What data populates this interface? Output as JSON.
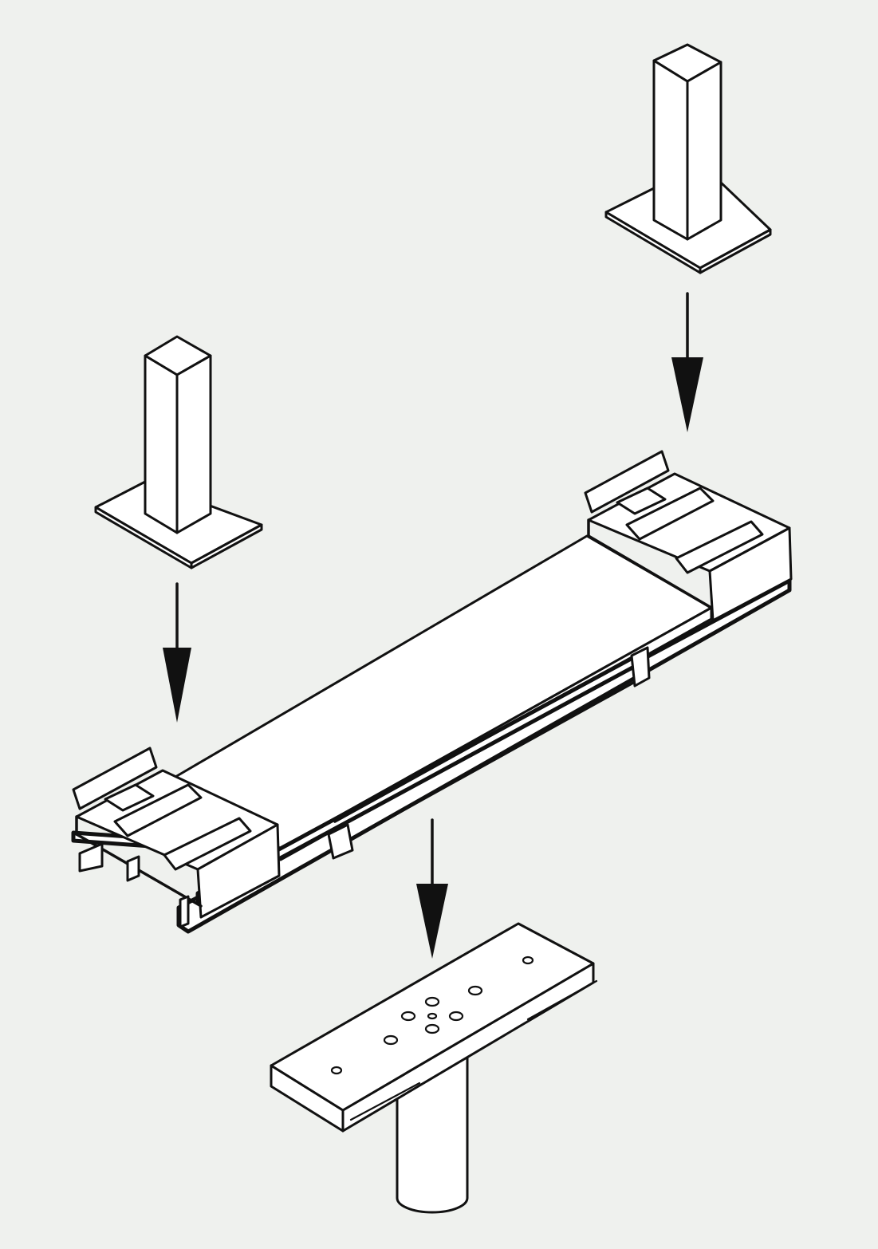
{
  "figure": {
    "background": "#eff1ee",
    "line_color": "#111111",
    "fill_color": "#ffffff",
    "parts": [
      "left-post-with-base-plate",
      "right-post-with-base-plate",
      "frame-with-bracket-holders",
      "mounting-plate-on-column"
    ],
    "arrow_count": 3
  }
}
